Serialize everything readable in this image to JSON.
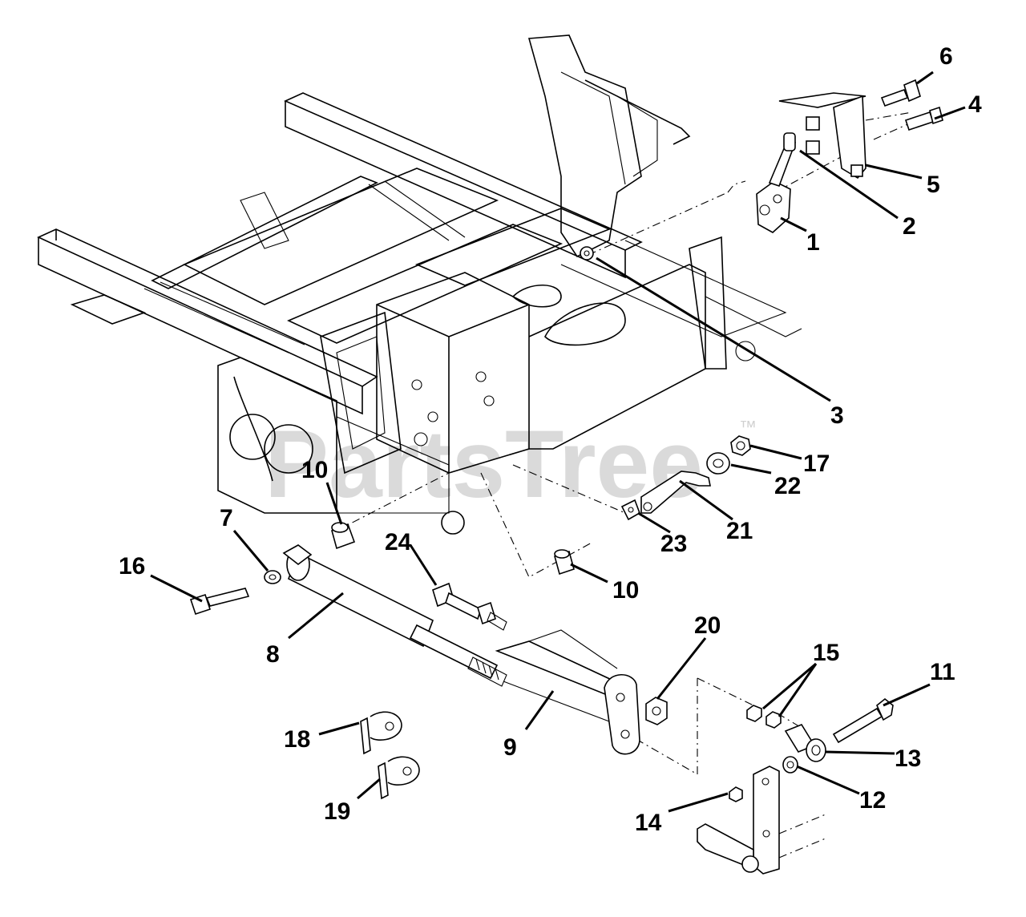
{
  "watermark": {
    "text": "PartsTree",
    "trademark": "™"
  },
  "callouts": [
    {
      "id": "c1",
      "label": "1"
    },
    {
      "id": "c2",
      "label": "2"
    },
    {
      "id": "c3",
      "label": "3"
    },
    {
      "id": "c4",
      "label": "4"
    },
    {
      "id": "c5",
      "label": "5"
    },
    {
      "id": "c6",
      "label": "6"
    },
    {
      "id": "c7",
      "label": "7"
    },
    {
      "id": "c8",
      "label": "8"
    },
    {
      "id": "c9",
      "label": "9"
    },
    {
      "id": "c10a",
      "label": "10"
    },
    {
      "id": "c10b",
      "label": "10"
    },
    {
      "id": "c11",
      "label": "11"
    },
    {
      "id": "c12",
      "label": "12"
    },
    {
      "id": "c13",
      "label": "13"
    },
    {
      "id": "c14",
      "label": "14"
    },
    {
      "id": "c15",
      "label": "15"
    },
    {
      "id": "c16",
      "label": "16"
    },
    {
      "id": "c17",
      "label": "17"
    },
    {
      "id": "c18",
      "label": "18"
    },
    {
      "id": "c19",
      "label": "19"
    },
    {
      "id": "c20",
      "label": "20"
    },
    {
      "id": "c21",
      "label": "21"
    },
    {
      "id": "c22",
      "label": "22"
    },
    {
      "id": "c23",
      "label": "23"
    },
    {
      "id": "c24",
      "label": "24"
    }
  ]
}
